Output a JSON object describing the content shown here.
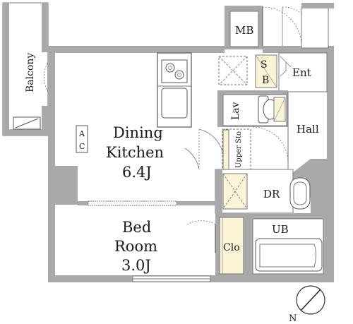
{
  "rooms": {
    "dining_kitchen": {
      "name_line1": "Dining",
      "name_line2": "Kitchen",
      "size": "6.4J"
    },
    "bedroom": {
      "name_line1": "Bed",
      "name_line2": "Room",
      "size": "3.0J"
    },
    "balcony": "Balcony",
    "mb": "MB",
    "sb_line1": "S",
    "sb_line2": "B",
    "ent": "Ent",
    "lav": "Lav",
    "hall": "Hall",
    "upper_sto": "Upper Sto",
    "dr": "DR",
    "ub": "UB",
    "clo": "Clo",
    "ac_line1": "A",
    "ac_line2": "C"
  },
  "compass": {
    "north_label": "N"
  },
  "colors": {
    "wall": "#a9a9a9",
    "storage_fill": "#fbf4d7",
    "line": "#555555"
  }
}
